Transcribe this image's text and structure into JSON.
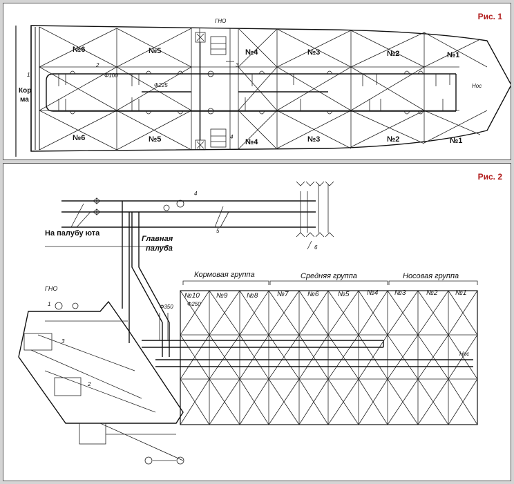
{
  "figure1": {
    "title": "Рис. 1",
    "stern_label_top": "Кор",
    "stern_label_bottom": "ма",
    "bow_label": "Нос",
    "pump_room_label": "ГНО",
    "diameter_100": "Ф100",
    "diameter_225": "Ф225",
    "callouts": [
      "1",
      "2",
      "3",
      "4"
    ],
    "tanks_top": [
      "№6",
      "№5",
      "№4",
      "№3",
      "№2",
      "№1"
    ],
    "tanks_bottom": [
      "№6",
      "№5",
      "№4",
      "№3",
      "№2",
      "№1"
    ]
  },
  "figure2": {
    "title": "Рис. 2",
    "poop_deck_label": "На палубу юта",
    "main_deck_line1": "Главная",
    "main_deck_line2": "палуба",
    "pump_room_label": "ГНО",
    "diameter_250": "Ф250",
    "diameter_350": "Ф350",
    "bow_label": "Нос",
    "groups": [
      {
        "name": "Кормовая группа",
        "tanks": [
          "№10",
          "№9",
          "№8"
        ]
      },
      {
        "name": "Средняя группа",
        "tanks": [
          "№7",
          "№6",
          "№5",
          "№4"
        ]
      },
      {
        "name": "Носовая группа",
        "tanks": [
          "№3",
          "№2",
          "№1"
        ]
      }
    ],
    "callouts": [
      "1",
      "2",
      "3",
      "4",
      "5",
      "6"
    ]
  },
  "colors": {
    "title": "#b01818",
    "line": "#111111",
    "background": "#ffffff",
    "frame": "#d4d4d4"
  }
}
